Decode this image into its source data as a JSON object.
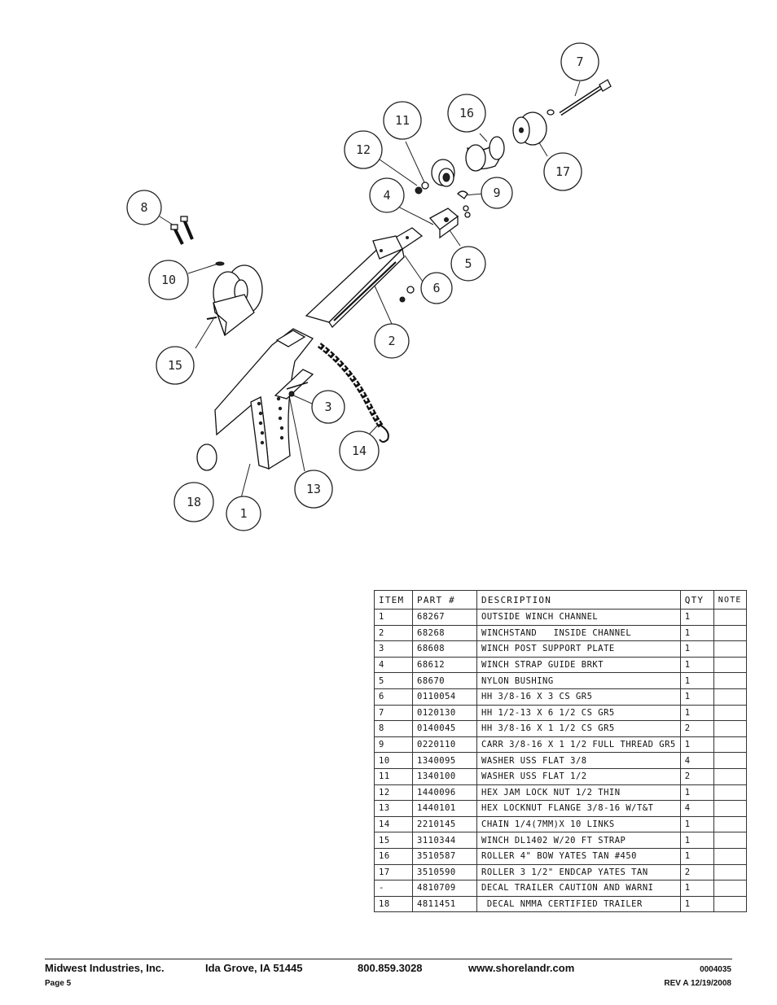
{
  "callouts": [
    {
      "id": "1"
    },
    {
      "id": "2"
    },
    {
      "id": "3"
    },
    {
      "id": "4"
    },
    {
      "id": "5"
    },
    {
      "id": "6"
    },
    {
      "id": "7"
    },
    {
      "id": "8"
    },
    {
      "id": "9"
    },
    {
      "id": "10"
    },
    {
      "id": "11"
    },
    {
      "id": "12"
    },
    {
      "id": "13"
    },
    {
      "id": "14"
    },
    {
      "id": "15"
    },
    {
      "id": "16"
    },
    {
      "id": "17"
    },
    {
      "id": "18"
    }
  ],
  "parts_table": {
    "headers": {
      "item": "ITEM",
      "part": "PART #",
      "description": "DESCRIPTION",
      "qty": "QTY",
      "note": "NOTE"
    },
    "rows": [
      {
        "item": "1",
        "part": "68267",
        "description": "OUTSIDE WINCH CHANNEL",
        "qty": "1",
        "note": ""
      },
      {
        "item": "2",
        "part": "68268",
        "description": "WINCHSTAND   INSIDE CHANNEL",
        "qty": "1",
        "note": ""
      },
      {
        "item": "3",
        "part": "68608",
        "description": "WINCH POST SUPPORT PLATE",
        "qty": "1",
        "note": ""
      },
      {
        "item": "4",
        "part": "68612",
        "description": "WINCH STRAP GUIDE BRKT",
        "qty": "1",
        "note": ""
      },
      {
        "item": "5",
        "part": "68670",
        "description": "NYLON BUSHING",
        "qty": "1",
        "note": ""
      },
      {
        "item": "6",
        "part": "0110054",
        "description": "HH 3/8-16 X 3 CS GR5",
        "qty": "1",
        "note": ""
      },
      {
        "item": "7",
        "part": "0120130",
        "description": "HH 1/2-13 X 6 1/2 CS GR5",
        "qty": "1",
        "note": ""
      },
      {
        "item": "8",
        "part": "0140045",
        "description": "HH 3/8-16 X 1 1/2 CS GR5",
        "qty": "2",
        "note": ""
      },
      {
        "item": "9",
        "part": "0220110",
        "description": "CARR 3/8-16 X 1 1/2 FULL THREAD GR5",
        "qty": "1",
        "note": ""
      },
      {
        "item": "10",
        "part": "1340095",
        "description": "WASHER USS FLAT 3/8",
        "qty": "4",
        "note": ""
      },
      {
        "item": "11",
        "part": "1340100",
        "description": "WASHER USS FLAT 1/2",
        "qty": "2",
        "note": ""
      },
      {
        "item": "12",
        "part": "1440096",
        "description": "HEX JAM LOCK NUT 1/2 THIN",
        "qty": "1",
        "note": ""
      },
      {
        "item": "13",
        "part": "1440101",
        "description": "HEX LOCKNUT FLANGE 3/8-16 W/T&T",
        "qty": "4",
        "note": ""
      },
      {
        "item": "14",
        "part": "2210145",
        "description": "CHAIN 1/4(7MM)X 10 LINKS",
        "qty": "1",
        "note": ""
      },
      {
        "item": "15",
        "part": "3110344",
        "description": "WINCH DL1402 W/20 FT STRAP",
        "qty": "1",
        "note": ""
      },
      {
        "item": "16",
        "part": "3510587",
        "description": "ROLLER 4\" BOW YATES TAN #450",
        "qty": "1",
        "note": ""
      },
      {
        "item": "17",
        "part": "3510590",
        "description": "ROLLER 3 1/2\" ENDCAP YATES TAN",
        "qty": "2",
        "note": ""
      },
      {
        "item": "-",
        "part": "4810709",
        "description": "DECAL TRAILER CAUTION AND WARNI",
        "qty": "1",
        "note": ""
      },
      {
        "item": "18",
        "part": "4811451",
        "description": " DECAL NMMA CERTIFIED TRAILER",
        "qty": "1",
        "note": ""
      }
    ]
  },
  "footer": {
    "company": "Midwest Industries, Inc.",
    "city": "Ida Grove, IA  51445",
    "phone": "800.859.3028",
    "website": "www.shorelandr.com",
    "doc_number": "0004035",
    "page": "Page 5",
    "revision": "REV A  12/19/2008"
  }
}
